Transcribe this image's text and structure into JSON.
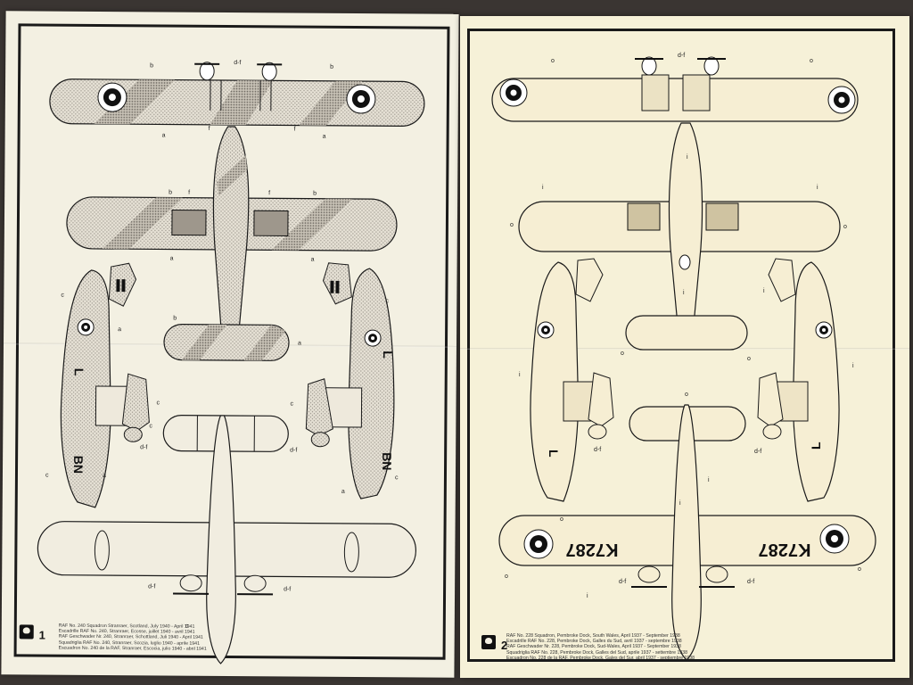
{
  "pages": [
    {
      "number": "1",
      "callouts": [
        "a",
        "b",
        "c",
        "f",
        "d-f"
      ],
      "codes": {
        "squadron": "BN",
        "aircraft_letter": "L"
      },
      "caption_lines": [
        "RAF No. 240 Squadron Stranraer, Scotland, July 1940 - April 1941",
        "Escadrille RAF No. 240, Stranraer, Ecosse, juillet 1940 - avril 1941",
        "RAF Geschwader Nr. 240, Stranraer, Schottland, Juli 1940 - April 1941",
        "Squadriglia RAF No. 240, Stranraer, Scozia, luglio 1940 - aprile 1941",
        "Escuadron No. 240 de la RAF, Stranraer, Escocia, julio 1940 - abril 1941"
      ]
    },
    {
      "number": "2",
      "callouts": [
        "o",
        "i",
        "d-f"
      ],
      "codes": {
        "serial": "K7287",
        "aircraft_letter": "L"
      },
      "caption_lines": [
        "RAF No. 228 Squadron, Pembroke Dock, South Wales, April 1937 - September 1938",
        "Escadrille RAF No. 228, Pembroke Dock, Galles du Sud, avril 1937 - septembre 1938",
        "RAF Geschwader Nr. 228, Pembroke Dock, Sud-Wales, April 1937 - September 1938",
        "Squadriglia RAF No. 228, Pembroke Dock, Galles del Sud, aprile 1937 - settembre 1938",
        "Escuadron No. 228 de la RAF, Pembroke Dock, Gales del Sur, abril 1937 - septiembre 1938"
      ]
    }
  ],
  "colors": {
    "paper": "#f3f0e2",
    "camo_light": "#e4dfd3",
    "camo_dark": "#b9b3a8",
    "ink": "#1a1a1a",
    "roundel_blue": "#222222"
  }
}
